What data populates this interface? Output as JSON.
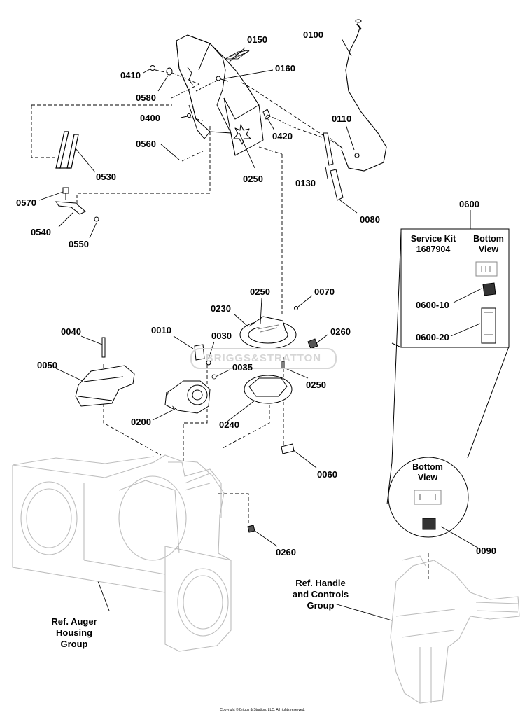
{
  "part_labels": [
    {
      "id": "0150",
      "text": "0150"
    },
    {
      "id": "0100",
      "text": "0100"
    },
    {
      "id": "0410",
      "text": "0410"
    },
    {
      "id": "0160",
      "text": "0160"
    },
    {
      "id": "0580",
      "text": "0580"
    },
    {
      "id": "0400",
      "text": "0400"
    },
    {
      "id": "0420",
      "text": "0420"
    },
    {
      "id": "0110",
      "text": "0110"
    },
    {
      "id": "0560",
      "text": "0560"
    },
    {
      "id": "0530",
      "text": "0530"
    },
    {
      "id": "0250a",
      "text": "0250"
    },
    {
      "id": "0130",
      "text": "0130"
    },
    {
      "id": "0570",
      "text": "0570"
    },
    {
      "id": "0080",
      "text": "0080"
    },
    {
      "id": "0540",
      "text": "0540"
    },
    {
      "id": "0550",
      "text": "0550"
    },
    {
      "id": "0600",
      "text": "0600"
    },
    {
      "id": "0250b",
      "text": "0250"
    },
    {
      "id": "0070",
      "text": "0070"
    },
    {
      "id": "0230",
      "text": "0230"
    },
    {
      "id": "0600-10",
      "text": "0600-10"
    },
    {
      "id": "0010",
      "text": "0010"
    },
    {
      "id": "0040",
      "text": "0040"
    },
    {
      "id": "0030",
      "text": "0030"
    },
    {
      "id": "0260a",
      "text": "0260"
    },
    {
      "id": "0600-20",
      "text": "0600-20"
    },
    {
      "id": "0050",
      "text": "0050"
    },
    {
      "id": "0035",
      "text": "0035"
    },
    {
      "id": "0250c",
      "text": "0250"
    },
    {
      "id": "0200",
      "text": "0200"
    },
    {
      "id": "0240",
      "text": "0240"
    },
    {
      "id": "0060",
      "text": "0060"
    },
    {
      "id": "0260b",
      "text": "0260"
    },
    {
      "id": "0090",
      "text": "0090"
    }
  ],
  "service_kit": {
    "title_line1": "Service Kit",
    "title_line2": "1687904",
    "bottom_view_line1": "Bottom",
    "bottom_view_line2": "View"
  },
  "circle_callout": {
    "line1": "Bottom",
    "line2": "View"
  },
  "ref_groups": {
    "handle": [
      "Ref. Handle",
      "and Controls",
      "Group"
    ],
    "auger": [
      "Ref. Auger",
      "Housing",
      "Group"
    ]
  },
  "watermark": "BRIGGS&STRATTON",
  "copyright": "Copyright © Briggs & Stratton, LLC. All rights reserved."
}
